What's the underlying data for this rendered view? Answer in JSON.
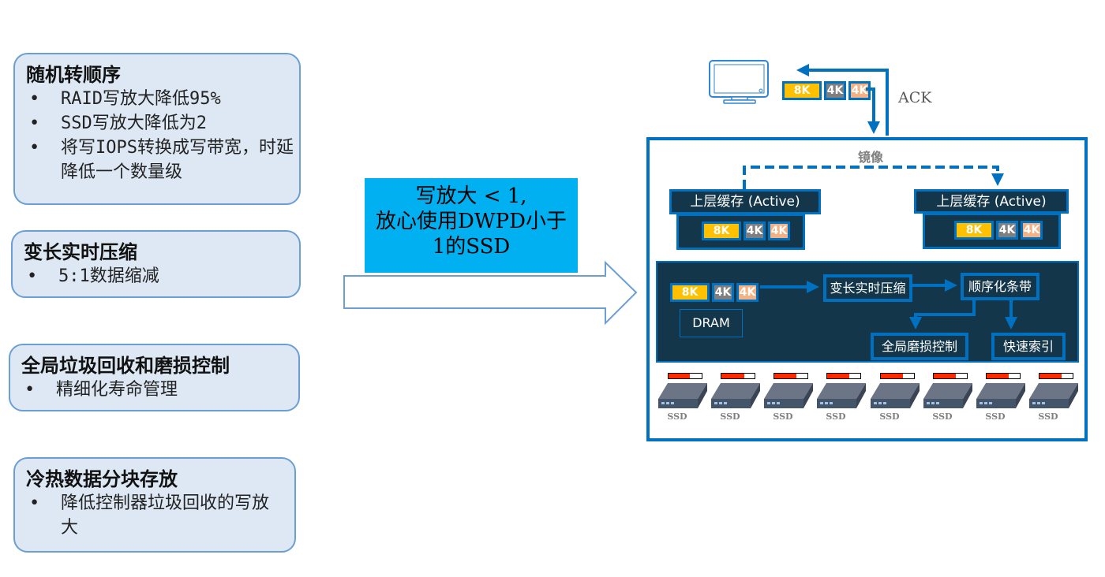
{
  "features": [
    {
      "title": "随机转顺序",
      "bullets": [
        "RAID写放大降低95%",
        "SSD写放大降低为2",
        "将写IOPS转换成写带宽，时延降低一个数量级"
      ]
    },
    {
      "title": "变长实时压缩",
      "bullets": [
        "5:1数据缩减"
      ]
    },
    {
      "title": "全局垃圾回收和磨损控制",
      "bullets": [
        "精细化寿命管理"
      ]
    },
    {
      "title": "冷热数据分块存放",
      "bullets": [
        "降低控制器垃圾回收的写放大"
      ]
    }
  ],
  "bullet_glyph": "•",
  "callout": {
    "lines": [
      "写放大  <  1,",
      "放心使用DWPD小于",
      "1的SSD"
    ]
  },
  "host": {
    "icon": "monitor-icon",
    "ack_label": "ACK",
    "blocks": [
      "8K",
      "4K",
      "4K"
    ]
  },
  "system": {
    "mirror_label": "镜像",
    "caches": [
      {
        "title": "上层缓存 (Active)",
        "blocks": [
          "8K",
          "4K",
          "4K"
        ]
      },
      {
        "title": "上层缓存 (Active)",
        "blocks": [
          "8K",
          "4K",
          "4K"
        ]
      }
    ],
    "pipeline": {
      "dram_label": "DRAM",
      "blocks": [
        "8K",
        "4K",
        "4K"
      ],
      "nodes": {
        "compress": "变长实时压缩",
        "sequential": "顺序化条带",
        "wear": "全局磨损控制",
        "index": "快速索引"
      }
    },
    "ssds": [
      {
        "label": "SSD",
        "wear_level": 0.65
      },
      {
        "label": "SSD",
        "wear_level": 0.68
      },
      {
        "label": "SSD",
        "wear_level": 0.67
      },
      {
        "label": "SSD",
        "wear_level": 0.66
      },
      {
        "label": "SSD",
        "wear_level": 0.66
      },
      {
        "label": "SSD",
        "wear_level": 0.67
      },
      {
        "label": "SSD",
        "wear_level": 0.66
      },
      {
        "label": "SSD",
        "wear_level": 0.66
      }
    ]
  },
  "colors": {
    "accent_blue": "#0070c0",
    "navy": "#14364a",
    "callout_cyan": "#00b0f0",
    "card_fill": "#dde8f4",
    "card_border": "#6b9fd3",
    "block_8k": "#ffc000",
    "block_4k_gray": "#7f7f7f",
    "block_4k_peach": "#f4b183",
    "wear_red": "#ff2a00"
  }
}
